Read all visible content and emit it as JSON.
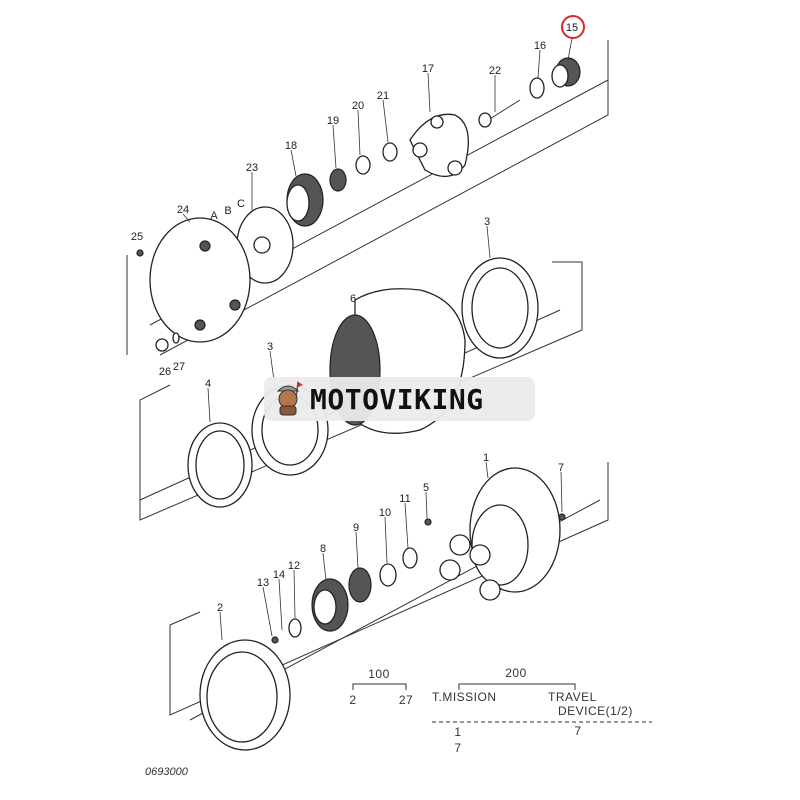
{
  "callouts": [
    "15",
    "16",
    "22",
    "17",
    "21",
    "20",
    "19",
    "18",
    "23",
    "A",
    "B",
    "C",
    "24",
    "25",
    "26",
    "27",
    "6",
    "3",
    "3",
    "4",
    "1",
    "7",
    "5",
    "11",
    "10",
    "9",
    "8",
    "12",
    "14",
    "13",
    "2"
  ],
  "highlighted_callout": "15",
  "highlight_color": "#d62828",
  "legend": {
    "group_100": "100",
    "group_100_from": "2",
    "group_100_to": "27",
    "group_200": "200",
    "t_mission": "T.MISSION",
    "travel_device_line1": "TRAVEL",
    "travel_device_line2": "DEVICE(1/2)",
    "t_mission_ref1": "1",
    "t_mission_ref2": "7",
    "travel_ref": "7"
  },
  "figure_id": "0693000",
  "watermark": "MOTOVIKING"
}
